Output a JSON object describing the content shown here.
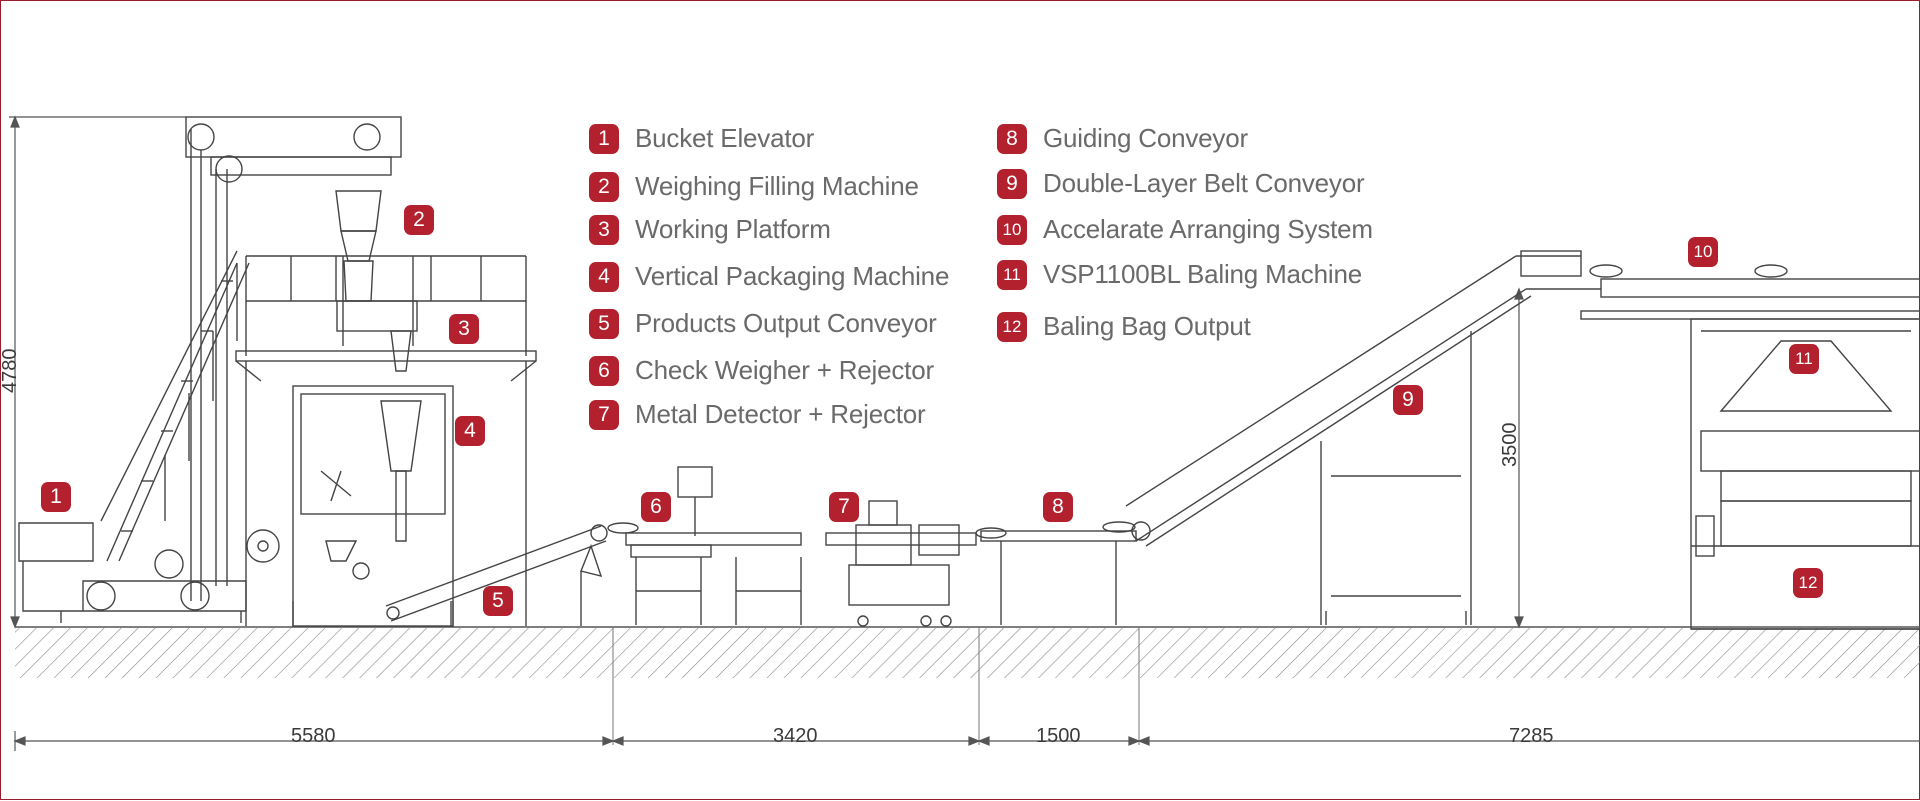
{
  "legend": [
    {
      "num": "1",
      "label": "Bucket Elevator"
    },
    {
      "num": "2",
      "label": "Weighing Filling Machine"
    },
    {
      "num": "3",
      "label": "Working Platform"
    },
    {
      "num": "4",
      "label": "Vertical Packaging Machine"
    },
    {
      "num": "5",
      "label": "Products Output Conveyor"
    },
    {
      "num": "6",
      "label": "Check Weigher + Rejector"
    },
    {
      "num": "7",
      "label": "Metal Detector + Rejector"
    },
    {
      "num": "8",
      "label": "Guiding Conveyor"
    },
    {
      "num": "9",
      "label": "Double-Layer Belt Conveyor"
    },
    {
      "num": "10",
      "label": "Accelarate Arranging System"
    },
    {
      "num": "11",
      "label": "VSP1100BL Baling Machine"
    },
    {
      "num": "12",
      "label": "Baling Bag Output"
    }
  ],
  "callouts": [
    "1",
    "2",
    "3",
    "4",
    "5",
    "6",
    "7",
    "8",
    "9",
    "10",
    "11",
    "12"
  ],
  "dimensions": {
    "height_total": "4780",
    "height_lift": "3500",
    "seg1": "5580",
    "seg2": "3420",
    "seg3": "1500",
    "seg4": "7285"
  },
  "colors": {
    "accent": "#b3202e",
    "line": "#555555",
    "text": "#6a6a6a"
  }
}
